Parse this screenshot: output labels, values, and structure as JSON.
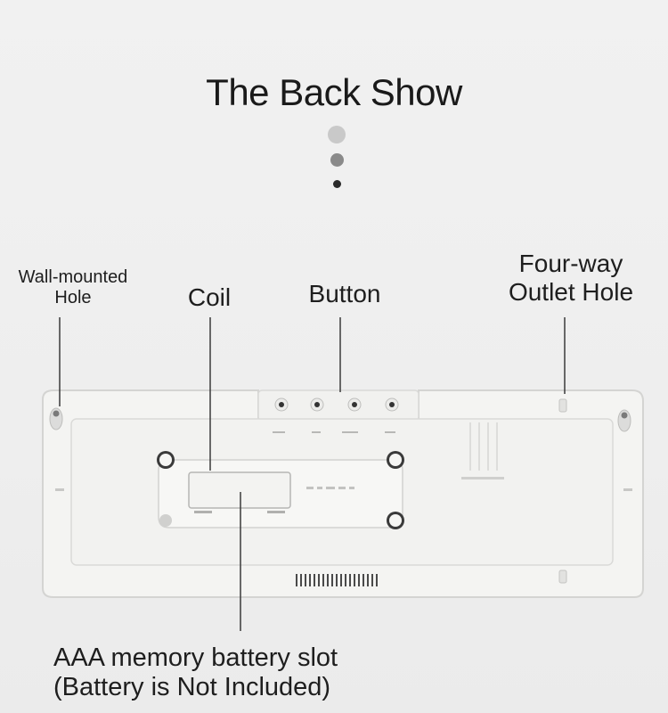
{
  "title": "The Back Show",
  "labels": {
    "wall_hole": [
      "Wall-mounted",
      "Hole"
    ],
    "coil": "Coil",
    "button": "Button",
    "outlet_hole": [
      "Four-way",
      "Outlet Hole"
    ],
    "battery_slot": [
      "AAA memory battery slot",
      "(Battery is Not Included)"
    ]
  },
  "colors": {
    "background": "#eeeeee",
    "device_body": "#f4f4f2",
    "device_outline": "#d6d6d4",
    "label_text": "#1e1e1e",
    "leader_line": "#3a3a3a"
  }
}
